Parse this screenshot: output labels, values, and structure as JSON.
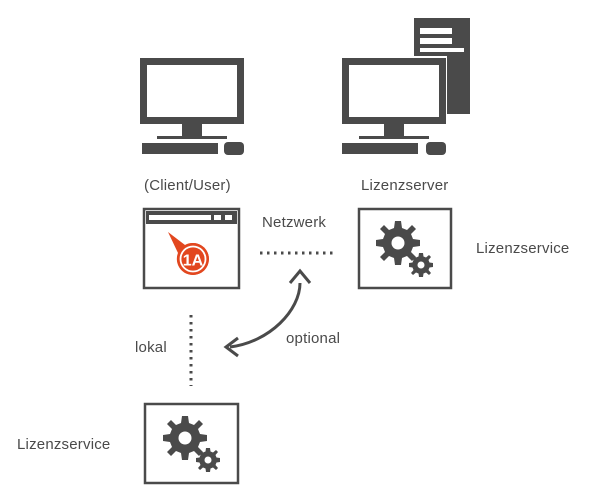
{
  "labels": {
    "client": "(Client/User)",
    "server": "Lizenzserver",
    "network": "Netzwerk",
    "service_right": "Lizenzservice",
    "local": "lokal",
    "optional": "optional",
    "service_bottom": "Lizenzservice"
  },
  "badge": {
    "text": "1A"
  },
  "icons": {
    "client_computer": "desktop-computer-icon",
    "server_computer": "server-computer-icon",
    "app_window": "application-window-icon",
    "gear": "gear-icon",
    "arrow": "curved-double-arrow-icon"
  },
  "colors": {
    "gray": "#4a4a4a",
    "accent": "#e2471f",
    "background": "#ffffff"
  }
}
